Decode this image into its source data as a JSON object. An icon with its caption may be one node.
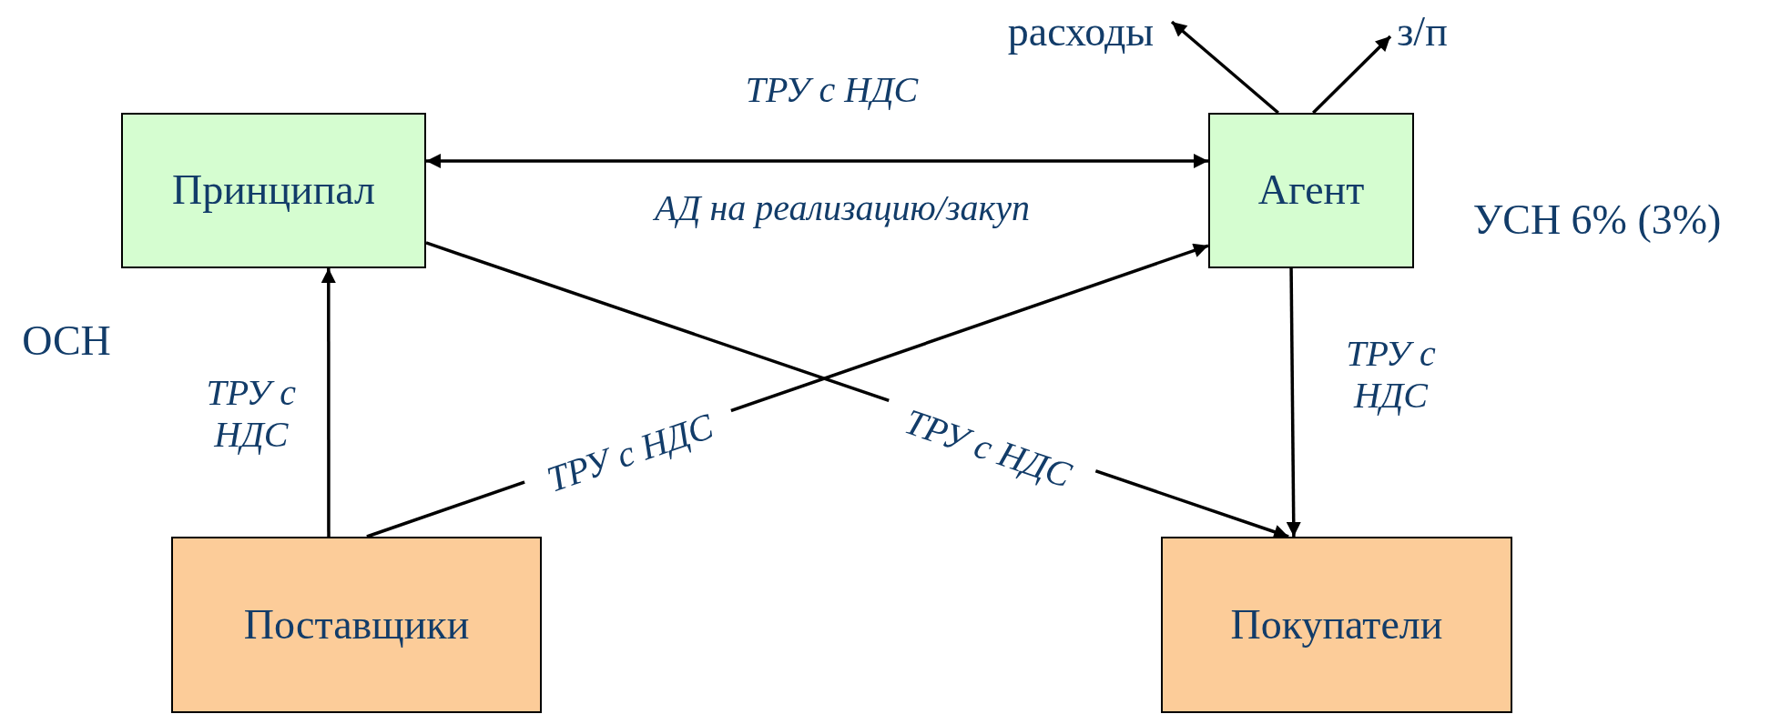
{
  "diagram": {
    "nodes": [
      {
        "text": [
          "Принципал"
        ],
        "beside": [
          "ОСН"
        ]
      },
      {
        "text": [
          "Агент"
        ],
        "beside": [
          "УСН 6% (3%)"
        ]
      },
      {
        "text": [
          "Поставщики"
        ]
      },
      {
        "text": [
          "Покупатели"
        ]
      },
      {
        "text": [
          "расходы"
        ]
      },
      {
        "text": [
          "з/п"
        ]
      }
    ],
    "edges": [
      {
        "from": 0,
        "to": 1,
        "arrow": "both",
        "label": "ТРУ с НДС"
      },
      {
        "from": 2,
        "to": 0,
        "arrow": "to",
        "label": "ТРУ с НДС"
      },
      {
        "from": 2,
        "to": 1,
        "arrow": "to",
        "label": "ТРУ с НДС"
      },
      {
        "from": 0,
        "to": 3,
        "arrow": "to",
        "label": "ТРУ с НДС"
      },
      {
        "from": 1,
        "to": 3,
        "arrow": "to",
        "label": "ТРУ с НДС"
      },
      {
        "from": 1,
        "to": 4,
        "arrow": "to"
      },
      {
        "from": 1,
        "to": 5,
        "arrow": "to"
      }
    ],
    "labels": [
      "АД на реализацию/закуп"
    ]
  }
}
